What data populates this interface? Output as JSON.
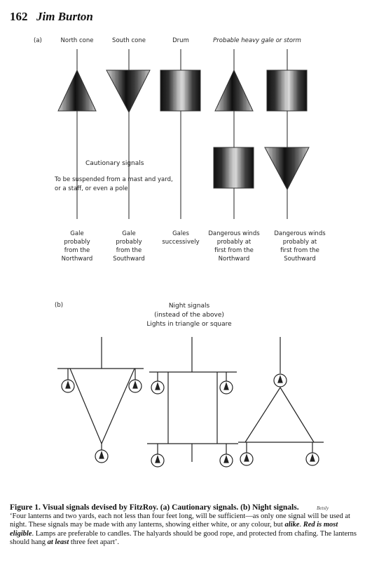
{
  "header": {
    "page_number": "162",
    "author": "Jim Burton"
  },
  "part_a": {
    "label": "(a)",
    "signals": [
      {
        "name": "North cone",
        "meaning": [
          "Gale",
          "probably",
          "from the",
          "Northward"
        ]
      },
      {
        "name": "South cone",
        "meaning": [
          "Gale",
          "probably",
          "from the",
          "Southward"
        ]
      },
      {
        "name": "Drum",
        "meaning": [
          "Gales",
          "successively"
        ]
      },
      {
        "name": "Probable heavy gale or storm",
        "meaning": [
          "Dangerous winds",
          "probably at",
          "first from the",
          "Northward"
        ]
      },
      {
        "name": "",
        "meaning": [
          "Dangerous winds",
          "probably at",
          "first from the",
          "Southward"
        ]
      }
    ],
    "cautionary_title": "Cautionary signals",
    "cautionary_desc": [
      "To be suspended from a mast and yard,",
      "or a staff, or even a pole"
    ]
  },
  "part_b": {
    "label": "(b)",
    "title": [
      "Night signals",
      "(instead of the above)",
      "Lights in triangle or square"
    ]
  },
  "watermark": "Betsly",
  "caption": {
    "title": "Figure 1. Visual signals devised by FitzRoy. (a) Cautionary signals. (b) Night signals.",
    "body_parts": [
      {
        "text": "‘Four lanterns and two yards, each not less than four feet long, will be sufficient—as only one signal will be used at night. These signals may be made with any lanterns, showing either white, or any colour, but ",
        "style": "normal"
      },
      {
        "text": "alike",
        "style": "bi"
      },
      {
        "text": ". ",
        "style": "normal"
      },
      {
        "text": "Red is most eligible",
        "style": "bi"
      },
      {
        "text": ". Lamps are preferable to candles. The halyards should be good rope, and protected from chafing. The lanterns should hang ",
        "style": "normal"
      },
      {
        "text": "at least",
        "style": "i"
      },
      {
        "text": " three feet apart’.",
        "style": "normal"
      }
    ]
  }
}
